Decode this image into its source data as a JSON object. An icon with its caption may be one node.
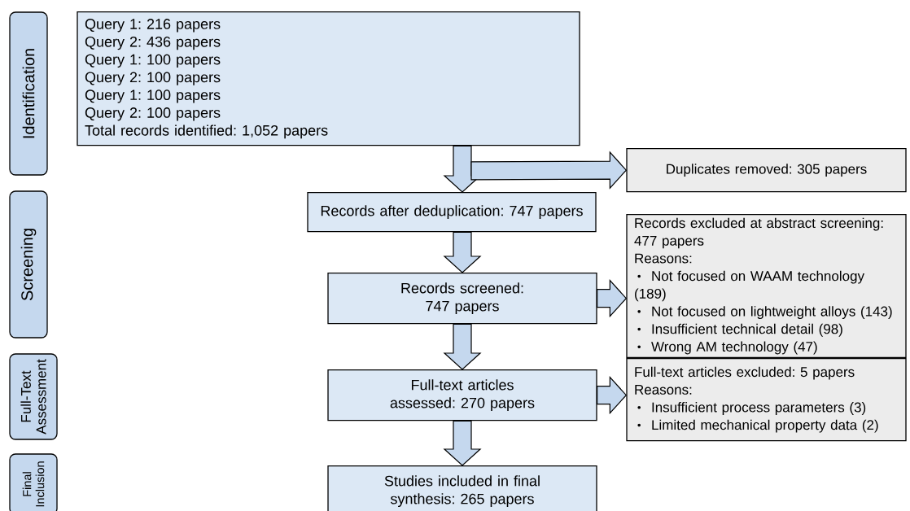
{
  "diagram": {
    "nodes": [
      {
        "text": [
          "Identification"
        ]
      },
      {
        "text": [
          "Screening"
        ]
      },
      {
        "text": [
          "Full-Text Assessment"
        ]
      },
      {
        "text": [
          "Final Inclusion"
        ]
      },
      {
        "text": [
          "Query 1: 216 papers",
          "Query 2: 436 papers",
          "Query 1: 100 papers",
          "Query 2: 100 papers",
          "Query 1: 100 papers",
          "Query 2: 100 papers",
          "Total records identified: 1,052 papers"
        ]
      },
      {
        "text": [
          "Duplicates removed: 305 papers"
        ]
      },
      {
        "text": [
          "Records after deduplication: 747 papers"
        ]
      },
      {
        "text": [
          "Records screened: 747 papers"
        ]
      },
      {
        "text": [
          "Records excluded at abstract screening: 477 papers",
          "Reasons:",
          "Not focused on WAAM technology (189)",
          "Not focused on lightweight alloys (143)",
          "Insufficient technical detail (98)",
          "Wrong AM technology (47)"
        ]
      },
      {
        "text": [
          "Full-text articles assessed: 270 papers"
        ]
      },
      {
        "text": [
          "Full-text articles excluded: 5 papers",
          "Reasons:",
          "Insufficient process parameters (3)",
          "Limited mechanical property data (2)"
        ]
      },
      {
        "text": [
          "Studies included in final synthesis: 265 papers"
        ]
      }
    ],
    "edges": [
      {
        "from": 4,
        "to": 6,
        "arrow": "to"
      },
      {
        "from": 4,
        "to": 5,
        "arrow": "to"
      },
      {
        "from": 6,
        "to": 7,
        "arrow": "to"
      },
      {
        "from": 7,
        "to": 8,
        "arrow": "to"
      },
      {
        "from": 7,
        "to": 9,
        "arrow": "to"
      },
      {
        "from": 9,
        "to": 10,
        "arrow": "to"
      },
      {
        "from": 9,
        "to": 11,
        "arrow": "to"
      }
    ]
  }
}
